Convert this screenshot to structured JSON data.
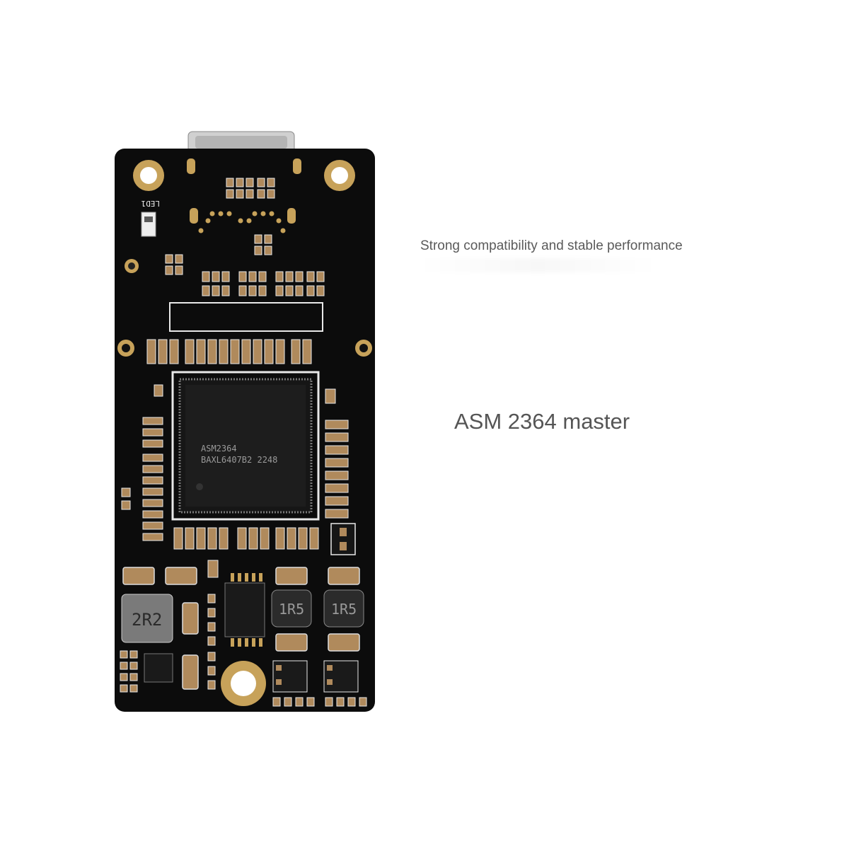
{
  "captions": {
    "line1": "Strong compatibility and stable performance",
    "line2": "ASM 2364 master"
  },
  "board": {
    "chip_line1": "ASM2364",
    "chip_line2": "BAXL6407B2  2248",
    "inductor_left": "2R2",
    "inductor_mid": "1R5",
    "inductor_right": "1R5",
    "led_label": "LED1",
    "colors": {
      "pcb": "#0c0c0c",
      "silkscreen": "#e8e8e8",
      "gold": "#c7a25a",
      "chip": "#161616",
      "capacitor": "#b08a5c"
    }
  }
}
